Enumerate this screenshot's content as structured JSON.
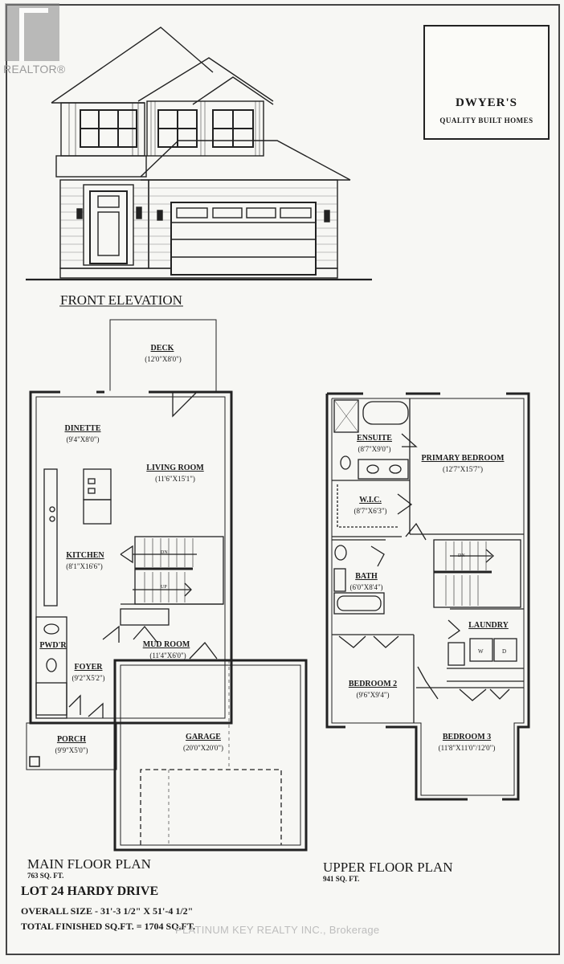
{
  "watermark_logo": {
    "text": "REALTOR®"
  },
  "builder_logo": {
    "name": "DWYER'S",
    "tagline": "QUALITY BUILT HOMES"
  },
  "elevation": {
    "title": "FRONT ELEVATION"
  },
  "main_floor": {
    "rooms": [
      {
        "name": "DECK",
        "size": "(12'0\"X8'0\")"
      },
      {
        "name": "DINETTE",
        "size": "(9'4\"X8'0\")"
      },
      {
        "name": "LIVING ROOM",
        "size": "(11'6\"X15'1\")"
      },
      {
        "name": "KITCHEN",
        "size": "(8'1\"X16'6\")"
      },
      {
        "name": "MUD ROOM",
        "size": "(11'4\"X6'0\")"
      },
      {
        "name": "PWD'R",
        "size": ""
      },
      {
        "name": "FOYER",
        "size": "(9'2\"X5'2\")"
      },
      {
        "name": "PORCH",
        "size": "(9'9\"X5'0\")"
      },
      {
        "name": "GARAGE",
        "size": "(20'0\"X20'0\")"
      }
    ],
    "title": "MAIN FLOOR PLAN",
    "area": "763 SQ. FT."
  },
  "upper_floor": {
    "rooms": [
      {
        "name": "ENSUITE",
        "size": "(8'7\"X9'0\")"
      },
      {
        "name": "PRIMARY BEDROOM",
        "size": "(12'7\"X15'7\")"
      },
      {
        "name": "W.I.C.",
        "size": "(8'7\"X6'3\")"
      },
      {
        "name": "BATH",
        "size": "(6'0\"X8'4\")"
      },
      {
        "name": "LAUNDRY",
        "size": ""
      },
      {
        "name": "BEDROOM 2",
        "size": "(9'6\"X9'4\")"
      },
      {
        "name": "BEDROOM 3",
        "size": "(11'8\"X11'0\"/12'0\")"
      }
    ],
    "title": "UPPER FLOOR PLAN",
    "area": "941 SQ. FT."
  },
  "stair_labels": {
    "down": "DN",
    "up": "UP"
  },
  "appliance_labels": {
    "washer": "W",
    "dryer": "D"
  },
  "lot": {
    "title": "LOT 24 HARDY DRIVE",
    "overall_size": "OVERALL SIZE - 31'-3 1/2\" X 51'-4 1/2\"",
    "total_finished": "TOTAL FINISHED SQ.FT. = 1704 SQ.FT."
  },
  "brokerage_watermark": "PLATINUM KEY REALTY INC., Brokerage"
}
